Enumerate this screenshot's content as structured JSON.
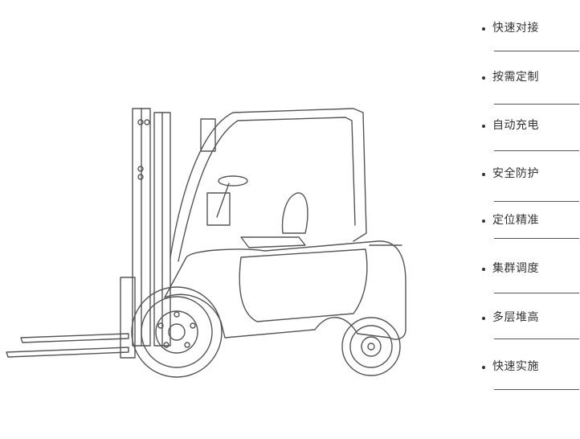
{
  "features": [
    {
      "label": "快速对接"
    },
    {
      "label": "按需定制"
    },
    {
      "label": "自动充电"
    },
    {
      "label": "安全防护"
    },
    {
      "label": "定位精准"
    },
    {
      "label": "集群调度"
    },
    {
      "label": "多层堆高"
    },
    {
      "label": "快速实施"
    }
  ],
  "colors": {
    "text": "#333333",
    "line": "#555555",
    "background": "#ffffff"
  }
}
